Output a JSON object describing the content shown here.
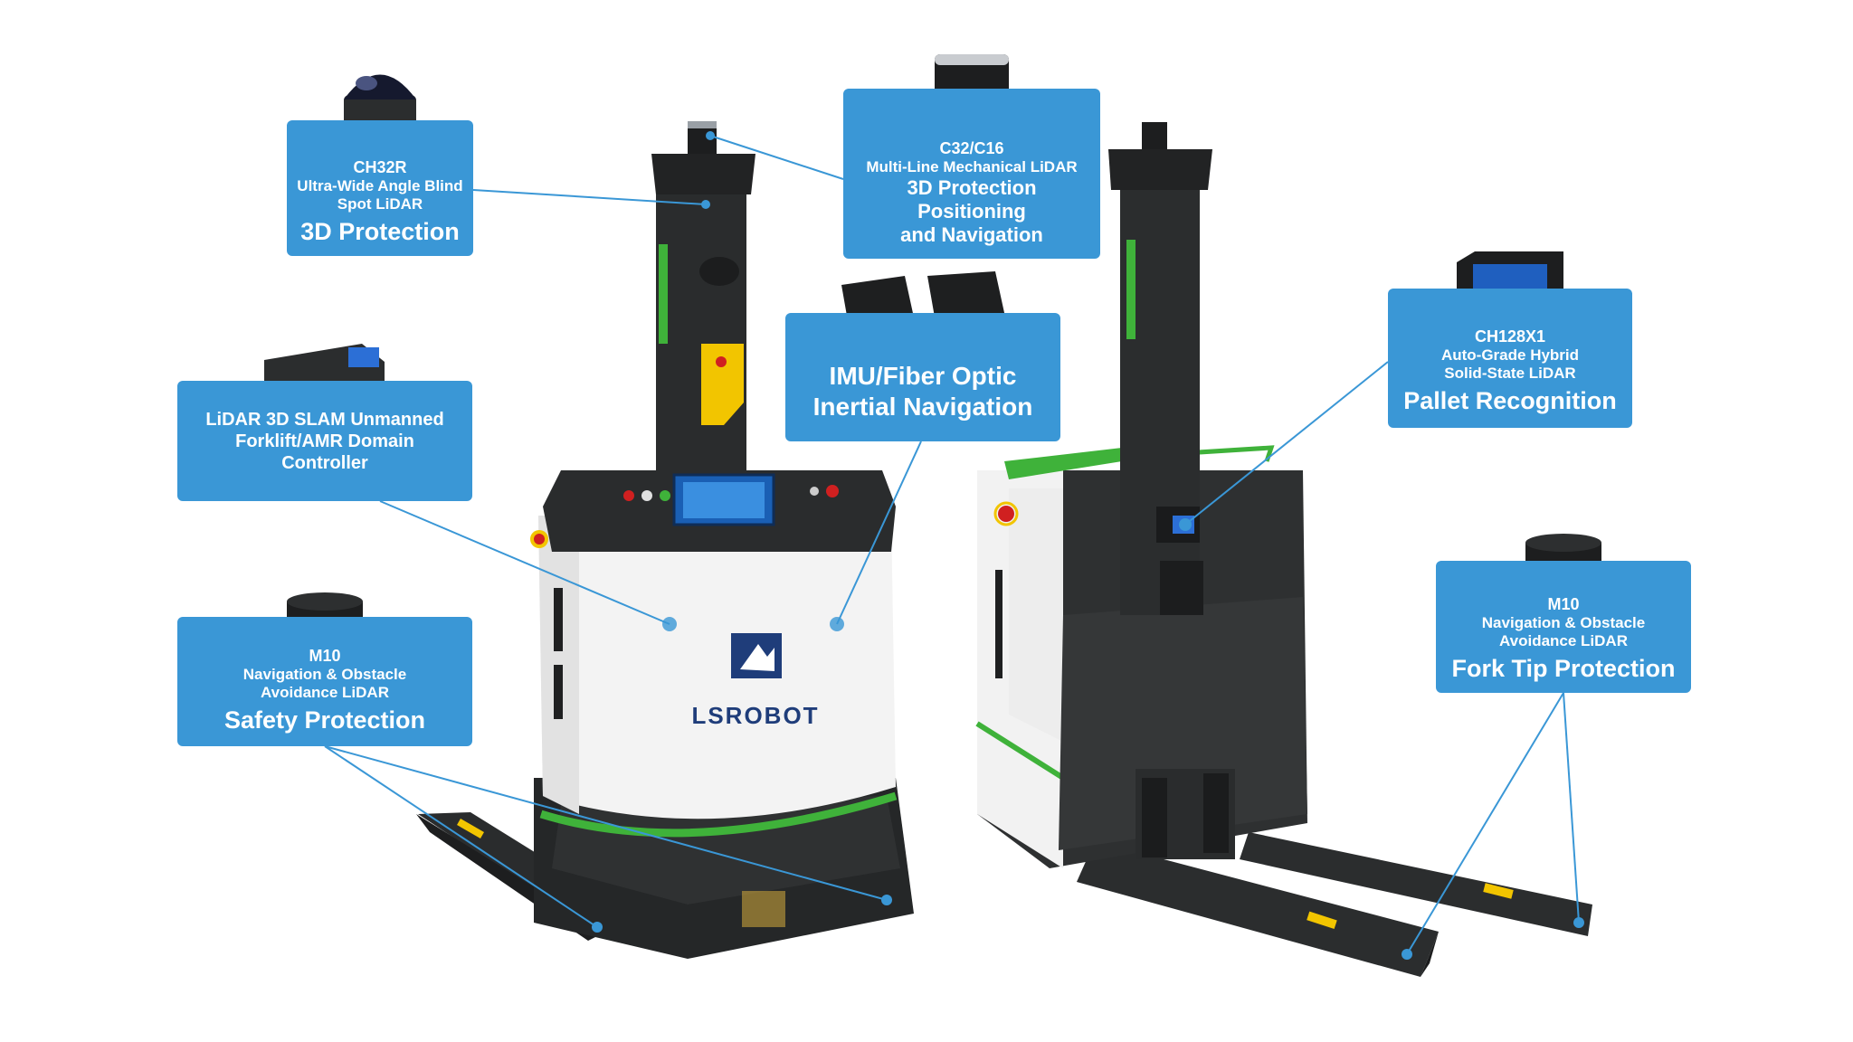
{
  "callouts": {
    "ch32r": {
      "model": "CH32R",
      "description_line1": "Ultra-Wide Angle Blind",
      "description_line2": "Spot LiDAR",
      "function": "3D Protection"
    },
    "c32": {
      "model": "C32/C16",
      "description": "Multi-Line Mechanical LiDAR",
      "function_line1": "3D Protection",
      "function_line2": "Positioning",
      "function_line3": "and Navigation"
    },
    "imu": {
      "function_line1": "IMU/Fiber Optic",
      "function_line2": "Inertial Navigation"
    },
    "controller": {
      "line1": "LiDAR 3D SLAM Unmanned",
      "line2": "Forklift/AMR Domain",
      "line3": "Controller"
    },
    "m10_left": {
      "model": "M10",
      "description_line1": "Navigation & Obstacle",
      "description_line2": "Avoidance LiDAR",
      "function": "Safety Protection"
    },
    "ch128x1": {
      "model": "CH128X1",
      "description_line1": "Auto-Grade Hybrid",
      "description_line2": "Solid-State LiDAR",
      "function": "Pallet Recognition"
    },
    "m10_right": {
      "model": "M10",
      "description_line1": "Navigation & Obstacle",
      "description_line2": "Avoidance LiDAR",
      "function": "Fork Tip Protection"
    }
  },
  "brand": {
    "name": "LSROBOT"
  },
  "colors": {
    "callout_blue": "#3a97d6",
    "leader_line": "#3a97d6",
    "robot_body_dark": "#2b2d2e",
    "robot_body_white": "#f4f4f4",
    "accent_green": "#3fb23a",
    "warning_yellow": "#f2c500",
    "logo_navy": "#1f3d7a"
  }
}
